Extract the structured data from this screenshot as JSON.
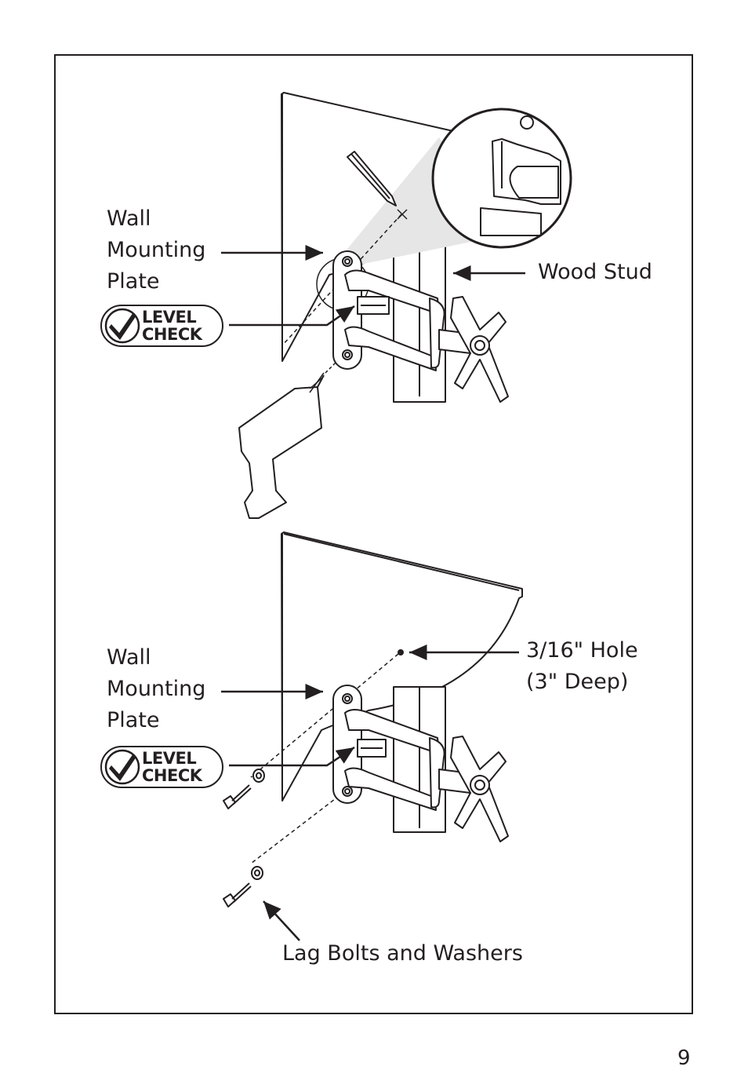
{
  "panel1": {
    "plate_label": [
      "Wall",
      "Mounting",
      "Plate"
    ],
    "stud_label": "Wood Stud",
    "badge": [
      "LEVEL",
      "CHECK"
    ]
  },
  "panel2": {
    "plate_label": [
      "Wall",
      "Mounting",
      "Plate"
    ],
    "hole_label": [
      "3/16\" Hole",
      "(3\" Deep)"
    ],
    "badge": [
      "LEVEL",
      "CHECK"
    ],
    "bolts_label": "Lag Bolts and Washers"
  },
  "page": {
    "number": "9"
  },
  "colors": {
    "ink": "#231f20",
    "paper": "#ffffff",
    "highlight": "#e6e6e6"
  },
  "icons": [
    "pencil-icon",
    "drill-icon",
    "magnifier-callout",
    "checkmark-icon",
    "lag-bolt-icon",
    "washer-icon"
  ]
}
